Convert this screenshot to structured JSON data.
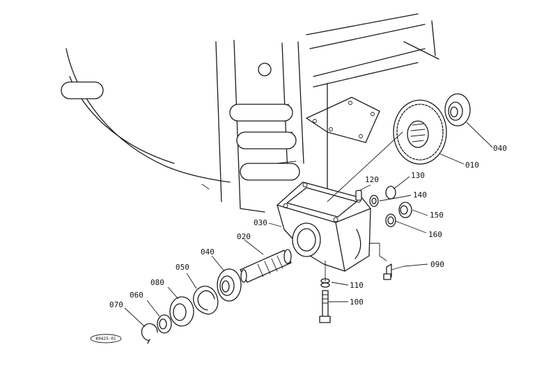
{
  "diagram": {
    "reference_code": "K0425-01",
    "parts": [
      {
        "no": "010"
      },
      {
        "no": "020"
      },
      {
        "no": "030"
      },
      {
        "no": "040"
      },
      {
        "no": "040"
      },
      {
        "no": "050"
      },
      {
        "no": "060"
      },
      {
        "no": "070"
      },
      {
        "no": "080"
      },
      {
        "no": "090"
      },
      {
        "no": "100"
      },
      {
        "no": "110"
      },
      {
        "no": "120"
      },
      {
        "no": "130"
      },
      {
        "no": "140"
      },
      {
        "no": "150"
      },
      {
        "no": "160"
      }
    ]
  }
}
